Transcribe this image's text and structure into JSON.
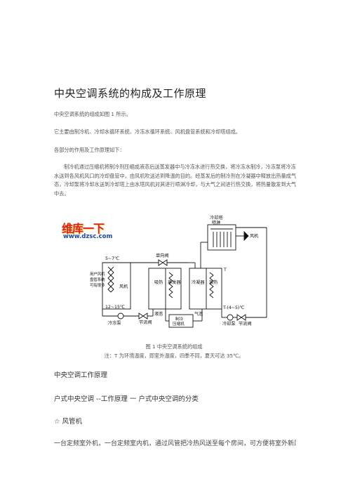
{
  "article": {
    "title": "中央空调系统的构成及工作原理",
    "intro": "中央空调系统的组成如图 1 所示。",
    "components": "它主要由制冷机、冷却水循环系统、冷冻水循环系统、风机盘管系统和冷却塔组成。",
    "principle_intro": "各部分的作用及工作原理如下：",
    "principle": "制冷机通过压缩机将制冷剂压缩成液态后送蒸发器中与冷冻水进行热交换，将冷冻水制冷，冷冻泵将冷冻水送到各风机风口的冷却盘管中，由风机吹送达到降温的目的。经蒸发后的制冷剂在冷凝器中释放出热量成气态，冷却泵将冷却水送到冷却塔上由水塔风机对其进行喷淋冷却，与大气之间进行热交换，将热量散发到大气中去。"
  },
  "watermark": {
    "main": "维库一下",
    "url": "www.dzsc.com"
  },
  "figure": {
    "caption": "图 1      中央空调系统的组成",
    "note": "注：T 为环境温度，即室外温度，四季不同，夏天可达 35℃。",
    "labels": {
      "tower": "冷却塔",
      "spray": "喷淋",
      "tower_fan": "风机",
      "check_valve": "单向阀",
      "temp_supply": "5~7℃",
      "temp_return": "12~15℃",
      "user_fan": "用户风机",
      "coil_line1": "盘管系统",
      "coil_line2": "可有很多",
      "fan": "风机",
      "absorb": "吸热",
      "evaporator": "蒸发器",
      "condenser": "冷凝器",
      "release": "放热",
      "ambient": "T",
      "ambient_temp": "T-(4~5)℃",
      "liquid": "液态",
      "gas": "气态",
      "compressor_line1": "制冷",
      "compressor_line2": "压缩机",
      "chilled_pump": "冷冻泵",
      "throttle1": "节流阀",
      "cooling_pump": "冷却泵",
      "throttle2": "节流阀"
    }
  },
  "section": {
    "heading": "中央空调工作原理",
    "subheading": "户式中央空调 --工作原理 一 户式中央空调的分类",
    "item": "☆ 风管机",
    "text": "一台定频室外机，一台定频室内机，通过风管把冷热风送至每个房间，可方便将室外新风引"
  }
}
